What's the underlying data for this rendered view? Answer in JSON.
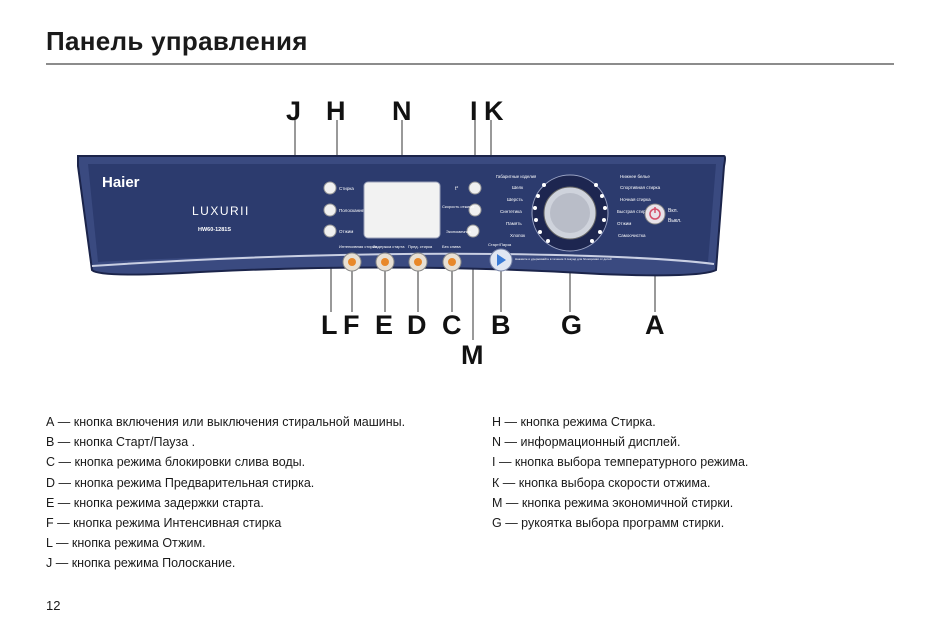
{
  "page": {
    "title": "Панель управления",
    "page_number": "12"
  },
  "panel": {
    "brand": "Haier",
    "series": "LUXURII",
    "model": "HW60-1281S",
    "buttons_left": [
      "Стирка",
      "Полоскание",
      "Отжим"
    ],
    "buttons_right": [
      "t°",
      "Скорость отжима",
      "Экономичная"
    ],
    "bottom_buttons": [
      "Интенсивная стирка",
      "Задержка старта",
      "Пред. стирка",
      "Без слива"
    ],
    "start_label": "Старт/Пауза",
    "start_note": "Нажмите и удерживайте в течение 3 секунд для блокировки от детей",
    "power_on": "Вкл.",
    "power_off": "Выкл.",
    "programs_left": [
      "Габаритные изделия",
      "Шелк",
      "Шерсть",
      "Синтетика",
      "Память",
      "Хлопок"
    ],
    "programs_right": [
      "Нижнее белье",
      "Спортивная стирка",
      "Ночная стирка",
      "Быстрая стирка",
      "Отжим",
      "Самоочистка"
    ]
  },
  "callouts": {
    "top": [
      "J",
      "H",
      "N",
      "I",
      "K"
    ],
    "bottom": [
      "L",
      "F",
      "E",
      "D",
      "C",
      "B",
      "G",
      "A"
    ],
    "lower": "M"
  },
  "legend_left": [
    "А — кнопка включения или выключения стиральной машины.",
    "В — кнопка Старт/Пауза .",
    "С — кнопка режима блокировки слива воды.",
    "D — кнопка режима Предварительная стирка.",
    "Е — кнопка режима задержки старта.",
    "F — кнопка режима Интенсивная стирка",
    "L — кнопка режима Отжим.",
    "J — кнопка режима Полоскание."
  ],
  "legend_right": [
    "Н — кнопка режима Стирка.",
    "N — информационный дисплей.",
    "I — кнопка выбора температурного режима.",
    "К — кнопка выбора скорости отжима.",
    "М — кнопка режима экономичной стирки.",
    "G — рукоятка выбора программ стирки."
  ],
  "colors": {
    "panel_navy": "#2c3b6e",
    "panel_outer": "#3a4a80",
    "accent_orange": "#e8882a",
    "display_white": "#f2f2f2"
  }
}
